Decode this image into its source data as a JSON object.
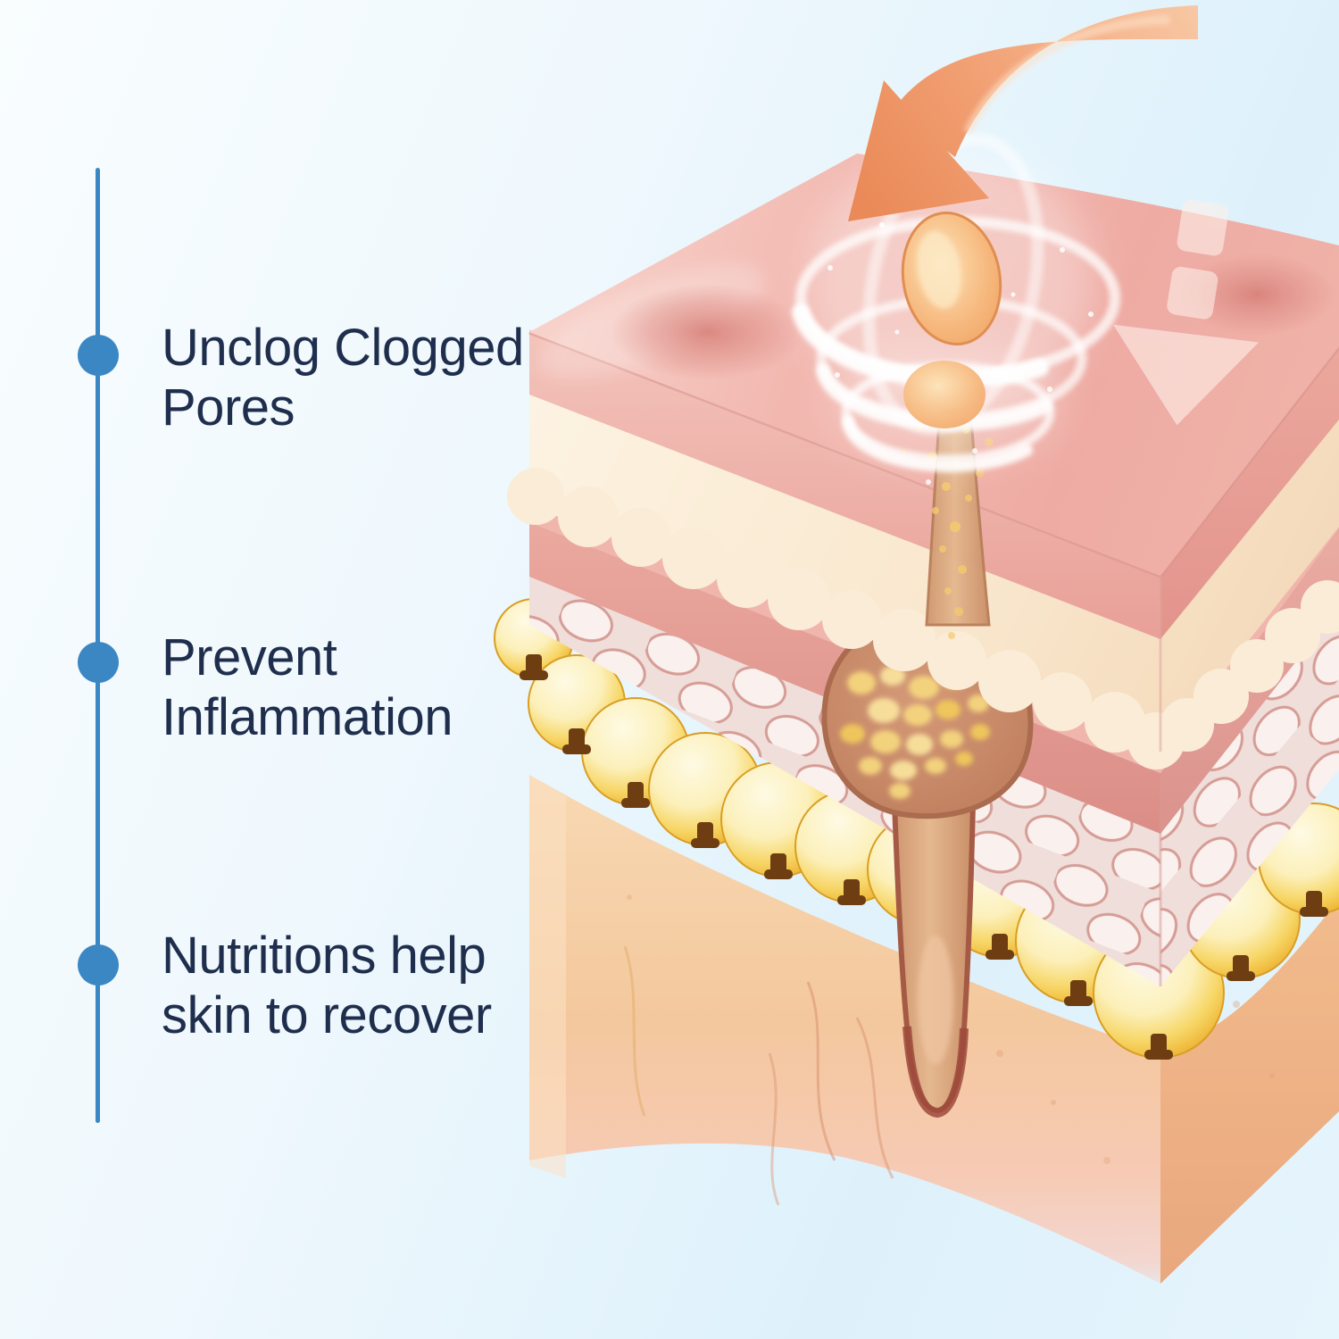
{
  "page": {
    "kind": "skincare-benefits-infographic",
    "background_left": "#f9fdfe",
    "background_right": "#def1fb"
  },
  "accent": {
    "timeline_blue": "#3b87c4",
    "text_navy": "#1f2e4d"
  },
  "benefits": {
    "items": [
      {
        "lines": [
          "Unclog Clogged",
          "Pores"
        ]
      },
      {
        "lines": [
          "Prevent",
          "Inflammation"
        ]
      },
      {
        "lines": [
          "Nutritions help",
          "skin to recover"
        ]
      }
    ]
  },
  "illustration": {
    "subject": "3D skin cross-section with a clogged pore being extracted by a swirl",
    "elements": [
      "curved-down-arrow-icon",
      "extraction-swirl-rings",
      "sebum-plug",
      "penetration-arrow-icon",
      "inflammation-bumps",
      "epidermis-layer",
      "dermis-layer",
      "sebaceous-gland",
      "hair-follicle",
      "fat-cells-row",
      "subcutaneous-tissue"
    ],
    "colors": {
      "skin_pink": "#f0b2aa",
      "skin_salmon": "#eba69d",
      "cream_band": "#f8e7d0",
      "rose_band": "#e29a93",
      "cell_face": "#f2e1de",
      "fat_gold": "#f2c14e",
      "fat_stem_brown": "#6e3d12",
      "subcutis_tan": "#f5cda5",
      "gland_clay": "#c98a6a",
      "sebum_yellow": "#f3d27c",
      "follicle_tan": "#d9a67e",
      "arrow_orange": "#ee9365",
      "swirl_white": "#ffffff"
    }
  }
}
